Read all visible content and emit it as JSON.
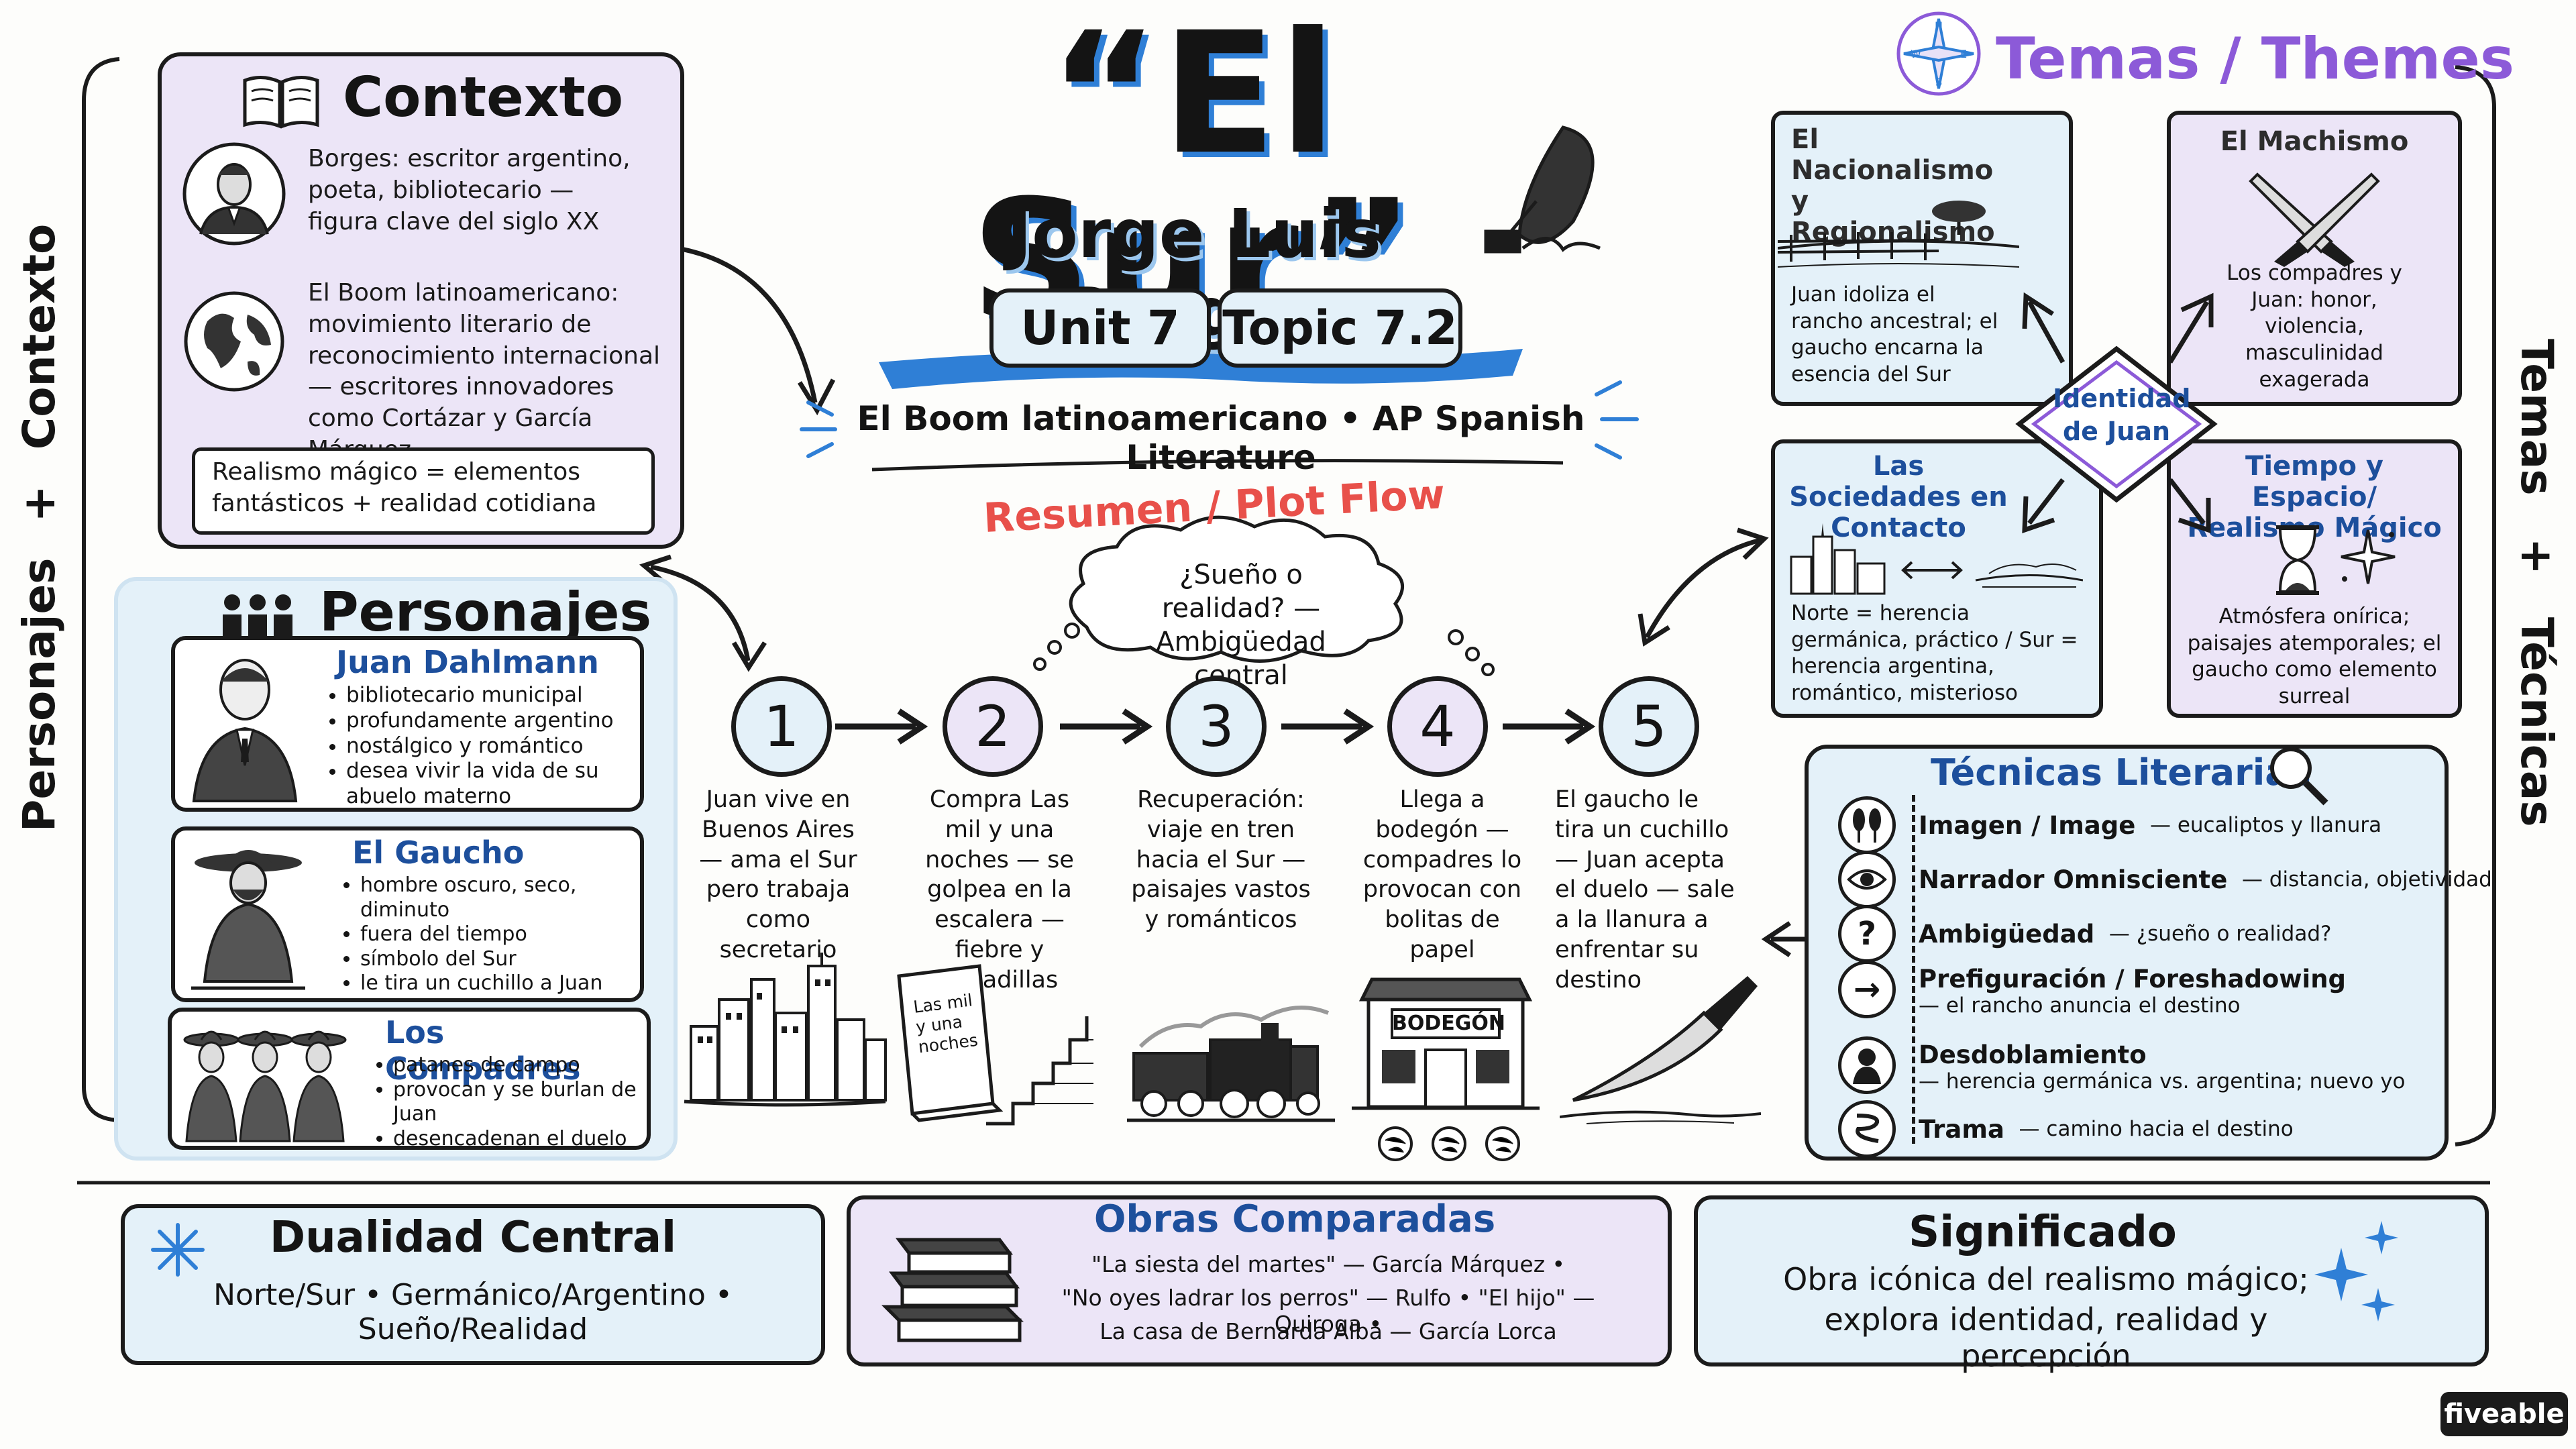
{
  "header": {
    "title": "“El Sur”",
    "author": "Jorge Luis Borges",
    "unit": "Unit 7",
    "topic": "Topic 7.2",
    "subtitle": "El Boom latinoamericano • AP Spanish Literature"
  },
  "side_labels": {
    "left_top": "Contexto",
    "left_plus": "+",
    "left_bottom": "Personajes",
    "right_top": "Temas",
    "right_plus": "+",
    "right_bottom": "Técnicas"
  },
  "contexto": {
    "title": "Contexto",
    "borges": "Borges: escritor argentino, poeta, bibliotecario — figura clave del siglo XX",
    "boom": "El Boom latinoamericano: movimiento literario de reconocimiento internacional — escritores innovadores como Cortázar y García Márquez",
    "realismo": "Realismo mágico = elementos fantásticos + realidad cotidiana"
  },
  "personajes": {
    "title": "Personajes",
    "items": [
      {
        "name": "Juan Dahlmann",
        "bullets": [
          "bibliotecario municipal",
          "profundamente argentino",
          "nostálgico y romántico",
          "desea vivir la vida de su abuelo materno"
        ]
      },
      {
        "name": "El Gaucho",
        "bullets": [
          "hombre oscuro, seco, diminuto",
          "fuera del tiempo",
          "símbolo del Sur",
          "le tira un cuchillo a Juan"
        ]
      },
      {
        "name": "Los Compadres",
        "bullets": [
          "patanes de campo",
          "provocan y se burlan de Juan",
          "desencadenan el duelo"
        ]
      }
    ]
  },
  "plot": {
    "title": "Resumen / Plot Flow",
    "cloud": "¿Sueño o realidad? — Ambigüedad central",
    "book_label": "Las mil y una noches",
    "sign_label": "BODEGÓN",
    "steps": [
      {
        "num": "1",
        "text": "Juan vive en Buenos Aires — ama el Sur pero trabaja como secretario"
      },
      {
        "num": "2",
        "text": "Compra Las mil y una noches — se golpea en la escalera — fiebre y pesadillas"
      },
      {
        "num": "3",
        "text": "Recuperación: viaje en tren hacia el Sur — paisajes vastos y románticos"
      },
      {
        "num": "4",
        "text": "Llega a bodegón — compadres lo provocan con bolitas de papel"
      },
      {
        "num": "5",
        "text": "El gaucho le tira un cuchillo — Juan acepta el duelo — sale a la llanura a enfrentar su destino"
      }
    ]
  },
  "temas": {
    "title": "Temas / Themes",
    "center": "Identidad de Juan",
    "items": [
      {
        "title": "El Nacionalismo y Regionalismo",
        "text": "Juan idoliza el rancho ancestral; el gaucho encarna la esencia del Sur"
      },
      {
        "title": "El Machismo",
        "text": "Los compadres y Juan: honor, violencia, masculinidad exagerada"
      },
      {
        "title": "Las Sociedades en Contacto",
        "text": "Norte = herencia germánica, práctico / Sur = herencia argentina, romántico, misterioso"
      },
      {
        "title": "Tiempo y Espacio/ Realismo Mágico",
        "text": "Atmósfera onírica; paisajes atemporales; el gaucho como elemento surreal"
      }
    ]
  },
  "tecnicas": {
    "title": "Técnicas Literarias",
    "items": [
      {
        "term": "Imagen / Image",
        "desc": "— eucaliptos y llanura"
      },
      {
        "term": "Narrador Omnisciente",
        "desc": "— distancia, objetividad"
      },
      {
        "term": "Ambigüedad",
        "desc": "— ¿sueño o realidad?"
      },
      {
        "term": "Prefiguración / Foreshadowing",
        "desc": "— el rancho anuncia el destino"
      },
      {
        "term": "Desdoblamiento",
        "desc": "— herencia germánica vs. argentina; nuevo yo"
      },
      {
        "term": "Trama",
        "desc": "— camino hacia el destino"
      }
    ]
  },
  "bottom": {
    "dualidad_title": "Dualidad Central",
    "dualidad_text": "Norte/Sur • Germánico/Argentino • Sueño/Realidad",
    "obras_title": "Obras Comparadas",
    "obras_line1": "\"La siesta del martes\" — García Márquez •",
    "obras_line2": "\"No oyes ladrar los perros\" — Rulfo • \"El hijo\" — Quiroga •",
    "obras_line3": "La casa de Bernarda Alba — García Lorca",
    "significado_title": "Significado",
    "significado_line1": "Obra icónica del realismo mágico;",
    "significado_line2": "explora identidad, realidad y percepción"
  },
  "brand": "fiveable",
  "colors": {
    "purple": "#ece5f7",
    "blue": "#e4f1f9",
    "accent_blue": "#2f7fd6",
    "red": "#e8504a",
    "purple_text": "#8c5ad8",
    "navy": "#1d4f9c"
  }
}
